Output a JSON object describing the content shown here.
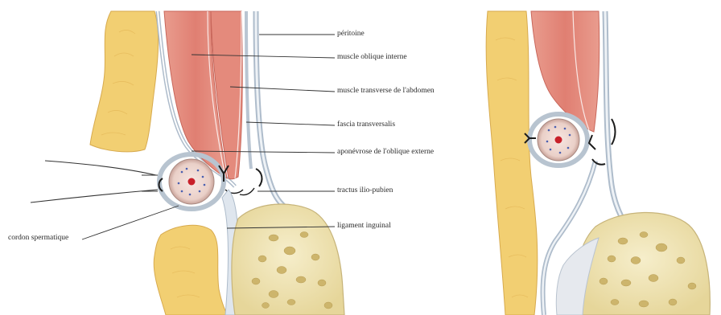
{
  "labels": {
    "peritoine": "péritoine",
    "oblique_interne": "muscle oblique interne",
    "transverse": "muscle transverse de l'abdomen",
    "fascia": "fascia transversalis",
    "aponevrose": "aponévrose de l'oblique externe",
    "tractus": "tractus ilio-pubien",
    "ligament": "ligament inguinal",
    "cordon": "cordon spermatique"
  },
  "colors": {
    "fat": "#f2cf72",
    "fat_light": "#f8e3a2",
    "muscle": "#e58e80",
    "muscle_dark": "#c8665a",
    "fascia": "#c9d3de",
    "bone": "#efe4b6",
    "bone_pit": "#b8a05c",
    "cord": "#ecd0c8",
    "cord_center": "#c8202a",
    "clip": "#1c1c1c"
  },
  "icons": [
    "suture-icon",
    "surgical-clip-icon"
  ]
}
